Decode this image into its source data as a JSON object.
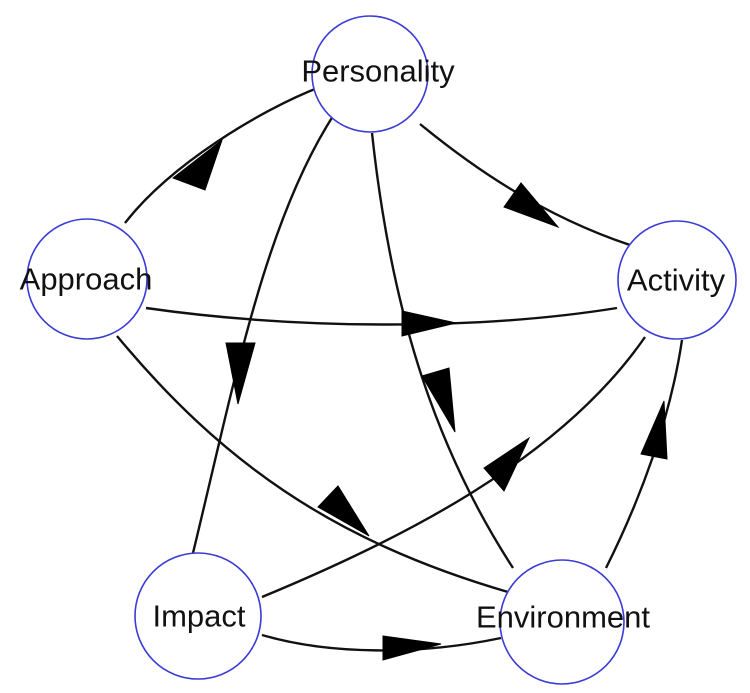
{
  "diagram": {
    "nodes": [
      {
        "id": "personality",
        "label": "Personality"
      },
      {
        "id": "approach",
        "label": "Approach"
      },
      {
        "id": "activity",
        "label": "Activity"
      },
      {
        "id": "impact",
        "label": "Impact"
      },
      {
        "id": "environment",
        "label": "Environment"
      }
    ],
    "edges": [
      {
        "from": "Personality",
        "to": "Approach"
      },
      {
        "from": "Personality",
        "to": "Activity"
      },
      {
        "from": "Personality",
        "to": "Impact"
      },
      {
        "from": "Personality",
        "to": "Environment"
      },
      {
        "from": "Approach",
        "to": "Activity"
      },
      {
        "from": "Approach",
        "to": "Environment"
      },
      {
        "from": "Impact",
        "to": "Activity"
      },
      {
        "from": "Impact",
        "to": "Environment"
      },
      {
        "from": "Environment",
        "to": "Activity"
      }
    ],
    "colors": {
      "node_stroke": "#3b3bd6",
      "edge": "#111111",
      "arrowhead": "#000000",
      "label": "#111111",
      "background": "#ffffff"
    }
  }
}
